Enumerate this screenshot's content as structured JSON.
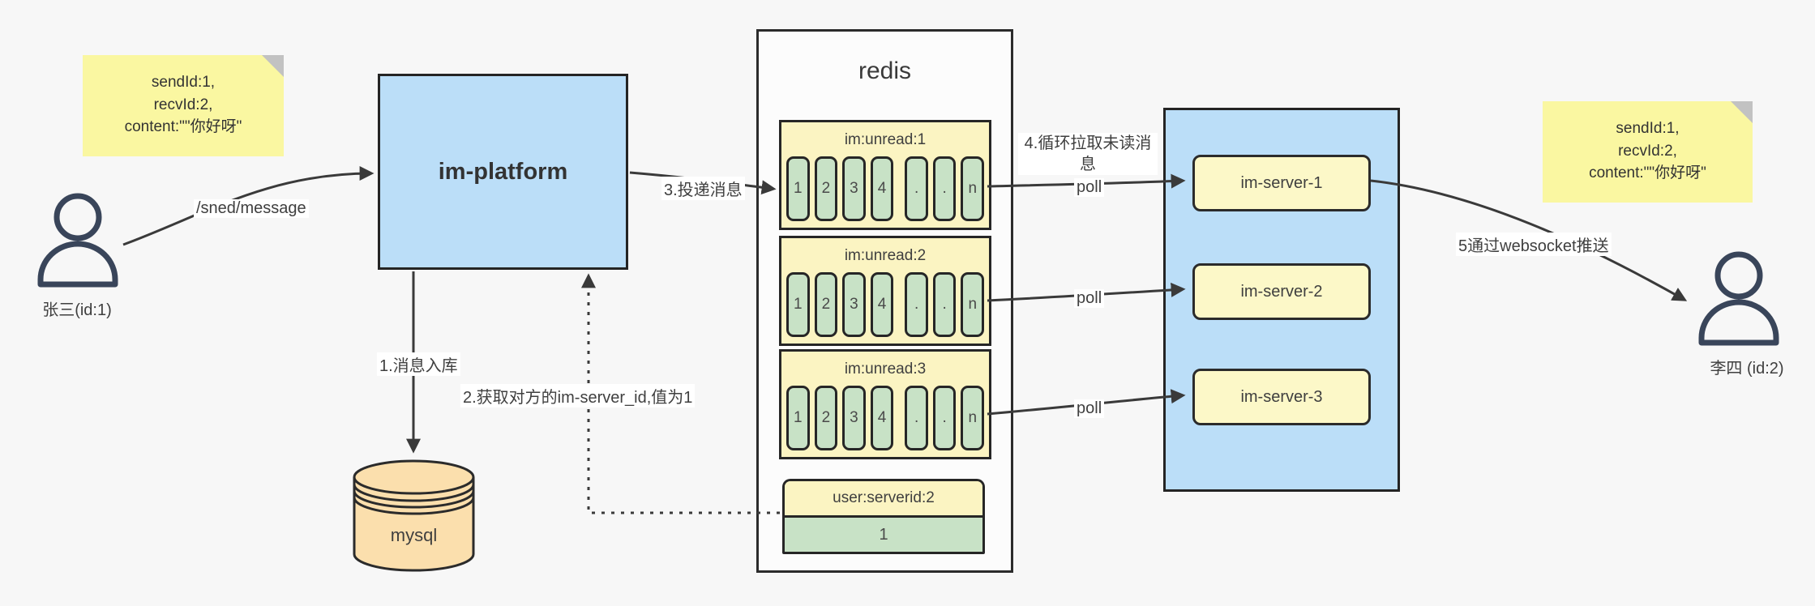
{
  "palette": {
    "background": "#f7f7f7",
    "note_yellow": "#faf7a1",
    "note_fold_gray": "#c2c2c2",
    "box_blue": "#bbdef8",
    "queue_yellow": "#fbf4c2",
    "cell_green": "#c8e2c6",
    "server_yellow": "#fcf8c8",
    "mysql_orange": "#fbdfad",
    "line_dark": "#3a3a3a"
  },
  "notes": {
    "left": {
      "lines": [
        "sendId:1,",
        "recvId:2,",
        "content:\"\"你好呀\""
      ]
    },
    "right": {
      "lines": [
        "sendId:1,",
        "recvId:2,",
        "content:\"\"你好呀\""
      ]
    }
  },
  "actors": {
    "sender": {
      "label": "张三(id:1)"
    },
    "receiver": {
      "label": "李四 (id:2)"
    }
  },
  "platform": {
    "label": "im-platform"
  },
  "mysql": {
    "label": "mysql"
  },
  "redis": {
    "title": "redis",
    "queues": [
      {
        "header": "im:unread:1",
        "cells": [
          "1",
          "2",
          "3",
          "4",
          ".",
          ".",
          "n"
        ]
      },
      {
        "header": "im:unread:2",
        "cells": [
          "1",
          "2",
          "3",
          "4",
          ".",
          ".",
          "n"
        ]
      },
      {
        "header": "im:unread:3",
        "cells": [
          "1",
          "2",
          "3",
          "4",
          ".",
          ".",
          "n"
        ]
      }
    ],
    "kv": {
      "header": "user:serverid:2",
      "value": "1"
    }
  },
  "servers": [
    {
      "label": "im-server-1"
    },
    {
      "label": "im-server-2"
    },
    {
      "label": "im-server-3"
    }
  ],
  "edges": {
    "send": "/sned/message",
    "step1": "1.消息入库",
    "step2": "2.获取对方的im-server_id,值为1",
    "step3": "3.投递消息",
    "step4": "4.循环拉取未读消息",
    "poll": "poll",
    "step5": "5通过websocket推送"
  }
}
